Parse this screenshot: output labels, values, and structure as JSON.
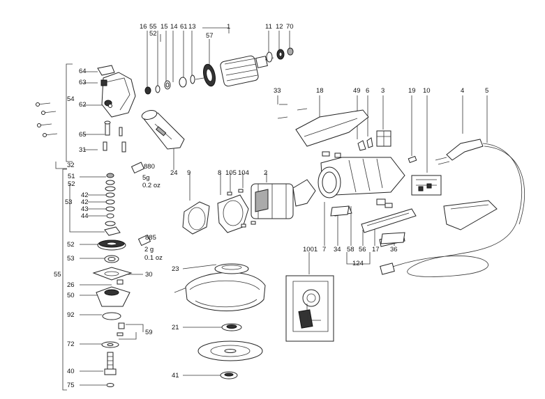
{
  "labels": {
    "p1": "1",
    "p2": "2",
    "p3": "3",
    "p4": "4",
    "p5": "5",
    "p6": "6",
    "p7": "7",
    "p8": "8",
    "p9": "9",
    "p10": "10",
    "p11": "11",
    "p12": "12",
    "p13": "13",
    "p14": "14",
    "p15": "15",
    "p16": "16",
    "p17": "17",
    "p18": "18",
    "p19": "19",
    "p21": "21",
    "p23": "23",
    "p24": "24",
    "p26": "26",
    "p30": "30",
    "p31": "31",
    "p32": "32",
    "p33": "33",
    "p34": "34",
    "p36": "36",
    "p40": "40",
    "p41": "41",
    "p42a": "42",
    "p42b": "42",
    "p43": "43",
    "p44": "44",
    "p49": "49",
    "p50": "50",
    "p51": "51",
    "p52a": "52",
    "p52b": "52",
    "p53a": "53",
    "p53b": "53",
    "p54": "54",
    "p55a": "55",
    "p55b": "55",
    "p56": "56",
    "p57": "57",
    "p58": "58",
    "p59": "59",
    "p61": "61",
    "p62": "62",
    "p63": "63",
    "p64": "64",
    "p65": "65",
    "p70": "70",
    "p72": "72",
    "p75": "75",
    "p92": "92",
    "p104": "104",
    "p105": "105",
    "p124": "124",
    "p1001": "1001"
  },
  "notes": {
    "grease880_code": "880",
    "grease880_amount": "5g",
    "grease880_oz": "0.2 oz",
    "grease885_code": "885",
    "grease885_amount": "2 g",
    "grease885_oz": "0.1 oz"
  }
}
